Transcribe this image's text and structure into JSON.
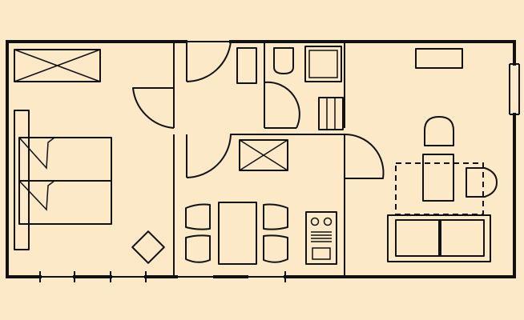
{
  "plan": {
    "background_color": "#fbe9c8",
    "line_color": "#111111",
    "rooms": [
      "bedroom",
      "hallway",
      "storage-closet",
      "bathroom",
      "kitchen-dining",
      "living-room"
    ]
  }
}
